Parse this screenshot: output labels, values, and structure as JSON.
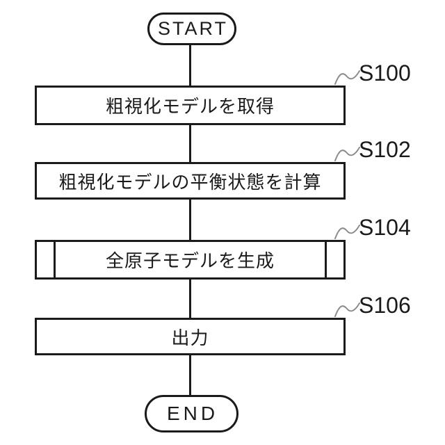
{
  "page": {
    "background": "#ffffff"
  },
  "flowchart": {
    "line_color": "#1a1a1a",
    "squiggle_color": "#8c8c8c",
    "start_label": "START",
    "end_label": "END",
    "steps": [
      {
        "id": "S100",
        "text": "粗視化モデルを取得",
        "shape": "process"
      },
      {
        "id": "S102",
        "text": "粗視化モデルの平衡状態を計算",
        "shape": "process"
      },
      {
        "id": "S104",
        "text": "全原子モデルを生成",
        "shape": "predefined-process"
      },
      {
        "id": "S106",
        "text": "出力",
        "shape": "process"
      }
    ]
  }
}
